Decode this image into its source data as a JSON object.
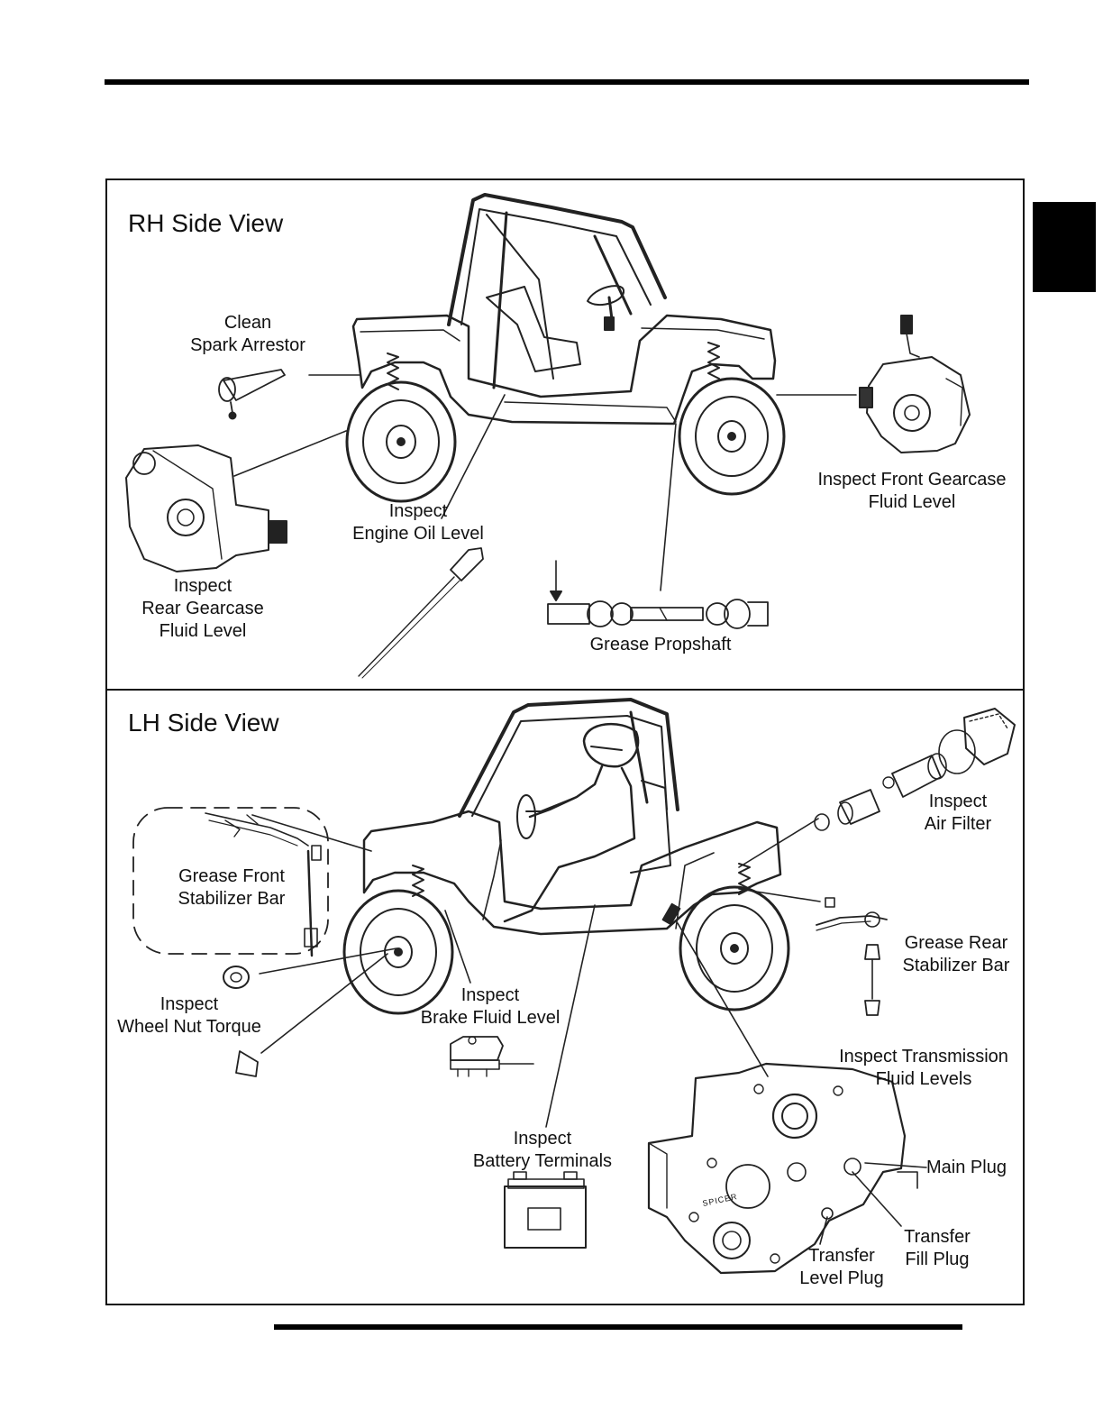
{
  "rh_view": {
    "title": "RH Side View",
    "spark_arrestor": [
      "Clean",
      "Spark Arrestor"
    ],
    "front_gearcase": [
      "Inspect Front Gearcase",
      "Fluid Level"
    ],
    "engine_oil": [
      "Inspect",
      "Engine Oil Level"
    ],
    "rear_gearcase": [
      "Inspect",
      "Rear Gearcase",
      "Fluid Level"
    ],
    "propshaft": "Grease Propshaft"
  },
  "lh_view": {
    "title": "LH Side View",
    "front_stabilizer": [
      "Grease Front",
      "Stabilizer Bar"
    ],
    "air_filter": [
      "Inspect",
      "Air Filter"
    ],
    "rear_stabilizer": [
      "Grease Rear",
      "Stabilizer Bar"
    ],
    "wheel_nut": [
      "Inspect",
      "Wheel Nut Torque"
    ],
    "brake_fluid": [
      "Inspect",
      "Brake Fluid Level"
    ],
    "transmission": [
      "Inspect Transmission",
      "Fluid Levels"
    ],
    "battery": [
      "Inspect",
      "Battery Terminals"
    ],
    "main_plug": "Main Plug",
    "transfer_fill": [
      "Transfer",
      "Fill Plug"
    ],
    "transfer_level": [
      "Transfer",
      "Level Plug"
    ],
    "gearcase_brand": "SPICER"
  }
}
